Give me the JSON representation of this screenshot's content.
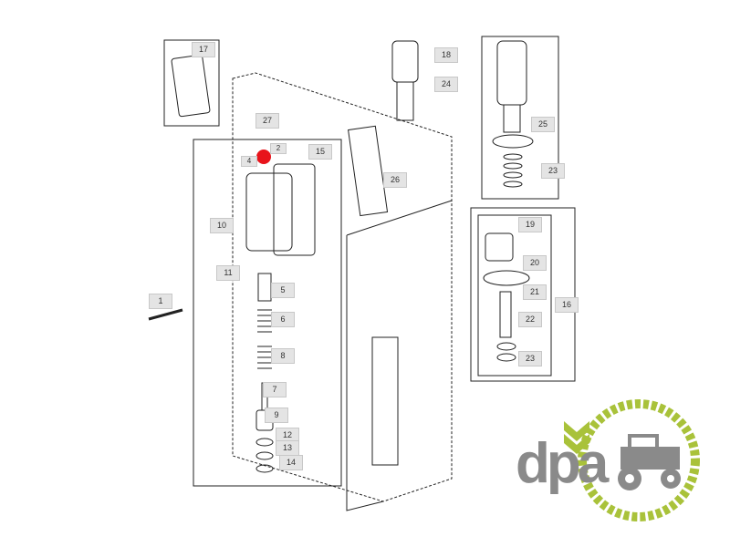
{
  "diagram": {
    "callouts": [
      "17",
      "18",
      "24",
      "27",
      "2",
      "4",
      "15",
      "26",
      "25",
      "23",
      "19",
      "20",
      "21",
      "16",
      "22",
      "23",
      "10",
      "11",
      "1",
      "5",
      "6",
      "8",
      "7",
      "9",
      "12",
      "13",
      "14"
    ],
    "highlight_color": "#e8141b"
  },
  "logo": {
    "text": "dpa",
    "green": "#a9c23a",
    "grey": "#8a8a8a"
  }
}
